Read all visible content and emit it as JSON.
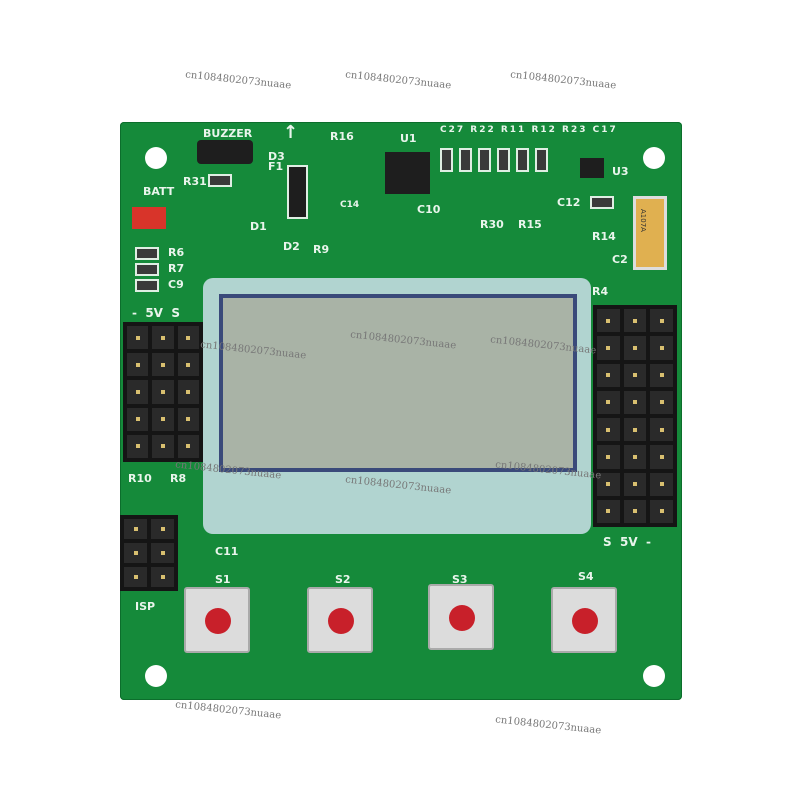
{
  "watermark": "cn1084802073nuaae",
  "board_colors": {
    "pcb": "#158a3a",
    "lcd": "#a9b3a6",
    "button_cap": "#c8202a",
    "battery_connector": "#d8342a",
    "tantalum": "#e0b050"
  },
  "silkscreen": {
    "buzzer": "BUZZER",
    "batt": "BATT",
    "u1": "U1",
    "u3": "U3",
    "d1": "D1",
    "d2": "D2",
    "d3": "D3",
    "f1": "F1",
    "r16": "R16",
    "r31": "R31",
    "r6": "R6",
    "r7": "R7",
    "c9": "C9",
    "c10": "C10",
    "c12": "C12",
    "c14": "C14",
    "r30": "R30",
    "r15": "R15",
    "r14": "R14",
    "r4": "R4",
    "c2": "C2",
    "r9": "R9",
    "r10": "R10",
    "r8": "R8",
    "c11": "C11",
    "top_row": "C27 R22 R11 R12 R23 C17",
    "left_header": "-  5V  S",
    "right_header": "S  5V  -",
    "isp": "ISP",
    "s1": "S1",
    "s2": "S2",
    "s3": "S3",
    "s4": "S4",
    "tantalum_mark": "A107A"
  },
  "buttons": [
    "S1",
    "S2",
    "S3",
    "S4"
  ]
}
